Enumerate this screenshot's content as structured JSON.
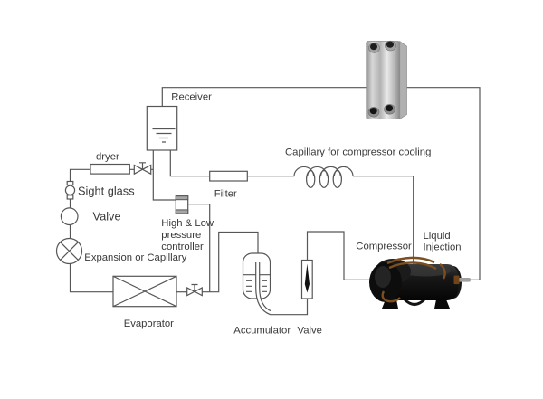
{
  "diagram": {
    "type": "refrigeration-system-schematic",
    "labels": {
      "receiver": "Receiver",
      "dryer": "dryer",
      "sight_glass": "Sight glass",
      "valve_inline": "Valve",
      "expansion": "Expansion or Capillary",
      "evaporator": "Evaporator",
      "filter": "Filter",
      "controller": [
        "High & Low",
        "pressure",
        "controller"
      ],
      "capillary_cooling": "Capillary for compressor cooling",
      "accumulator": "Accumulator",
      "valve_outlet": "Valve",
      "compressor": "Compressor",
      "liquid_injection": [
        "Liquid",
        "Injection"
      ]
    },
    "colors": {
      "background": "#ffffff",
      "line": "#565656",
      "text": "#3a3a3a",
      "controller_caps": "#a6a6a6",
      "valve_arrow": "#111111",
      "heat_exchanger_metal": "#c9c9c9",
      "compressor_body": "#141414",
      "compressor_copper": "#7c4e20"
    }
  }
}
